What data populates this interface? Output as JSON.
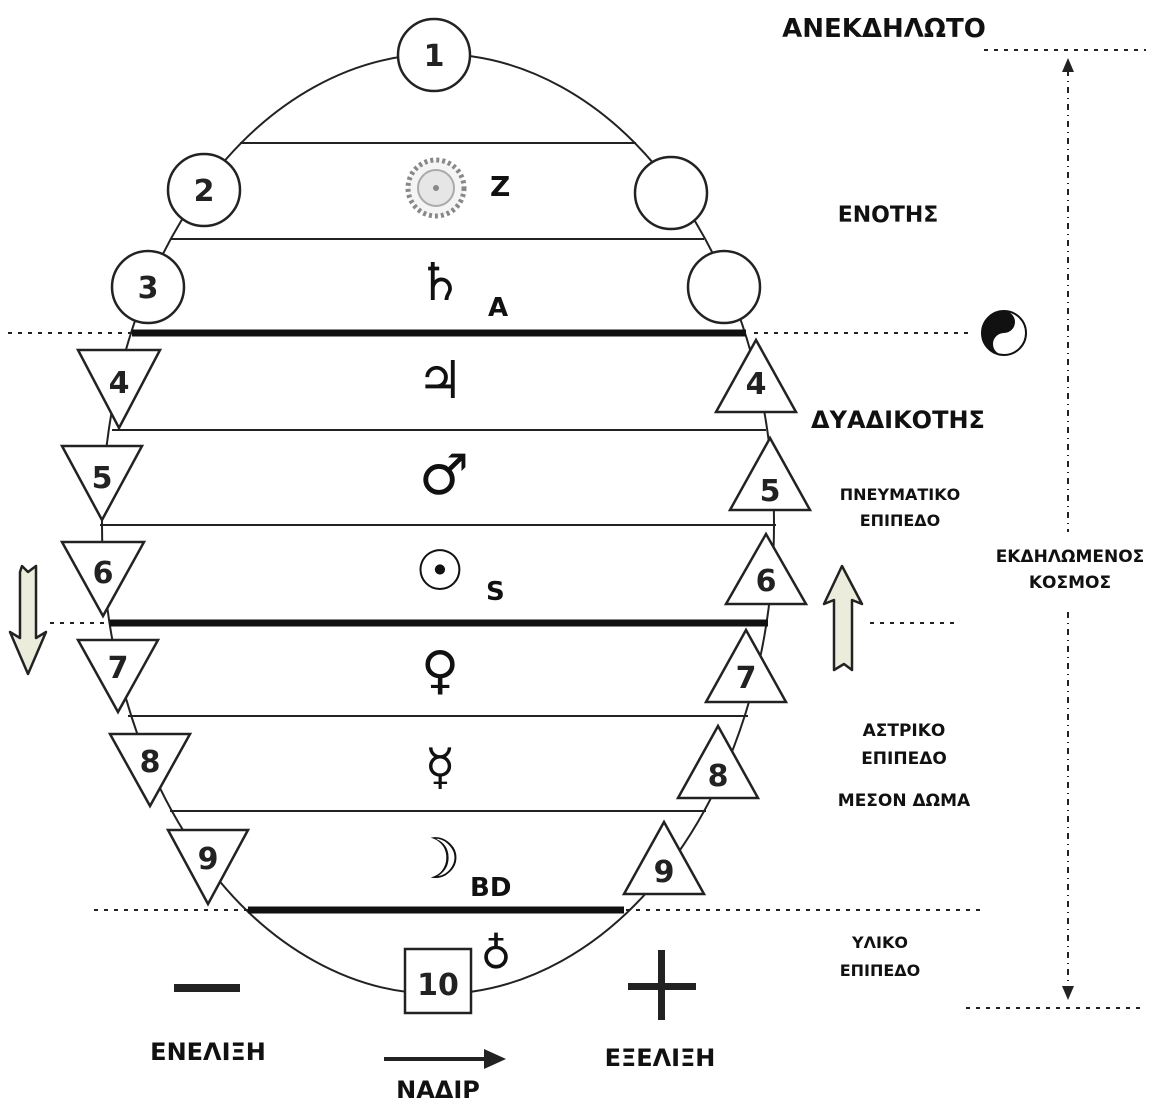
{
  "labels": {
    "unmanifest": "ΑΝΕΚΔΗΛΩΤΟ",
    "unity": "ΕΝΟΤΗΣ",
    "duality": "ΔΥΑΔΙΚΟΤΗΣ",
    "spiritual_plane_1": "ΠΝΕΥΜΑΤΙΚΟ",
    "spiritual_plane_2": "ΕΠΙΠΕΔΟ",
    "manifest_world_1": "ΕΚΔΗΛΩΜΕΝΟΣ",
    "manifest_world_2": "ΚΟΣΜΟΣ",
    "astral_plane_1": "ΑΣΤΡΙΚΟ",
    "astral_plane_2": "ΕΠΙΠΕΔΟ",
    "middle_body": "ΜΕΣΟΝ ΔΩΜΑ",
    "material_plane_1": "ΥΛΙΚΟ",
    "material_plane_2": "ΕΠΙΠΕΔΟ",
    "involution": "ΕΝΕΛΙΞΗ",
    "evolution": "ΕΞΕΛΙΞΗ",
    "nadir": "ΝΑΔΙΡ"
  },
  "signs": {
    "minus": "—",
    "plus": "+"
  },
  "bands": [
    {
      "symbol": "",
      "letter": "Z",
      "icon": "zodiac-wheel-icon"
    },
    {
      "symbol": "♄",
      "letter": "A",
      "icon": "saturn-icon"
    },
    {
      "symbol": "♃",
      "letter": "",
      "icon": "jupiter-icon"
    },
    {
      "symbol": "♂",
      "letter": "",
      "icon": "mars-icon"
    },
    {
      "symbol": "☉",
      "letter": "S",
      "icon": "sun-icon"
    },
    {
      "symbol": "♀",
      "letter": "",
      "icon": "venus-icon"
    },
    {
      "symbol": "☿",
      "letter": "",
      "icon": "mercury-icon"
    },
    {
      "symbol": "☽",
      "letter": "BD",
      "icon": "moon-icon"
    },
    {
      "symbol": "♁",
      "letter": "",
      "icon": "earth-icon"
    }
  ],
  "markers": {
    "circles_left": [
      "1",
      "2",
      "3"
    ],
    "circles_right": [
      "",
      ""
    ],
    "triangles_left": [
      "4",
      "5",
      "6",
      "7",
      "8",
      "9"
    ],
    "triangles_right": [
      "4",
      "5",
      "6",
      "7",
      "8",
      "9"
    ],
    "square": "10"
  },
  "colors": {
    "line": "#111111",
    "arrow_fill": "#ececdc"
  }
}
